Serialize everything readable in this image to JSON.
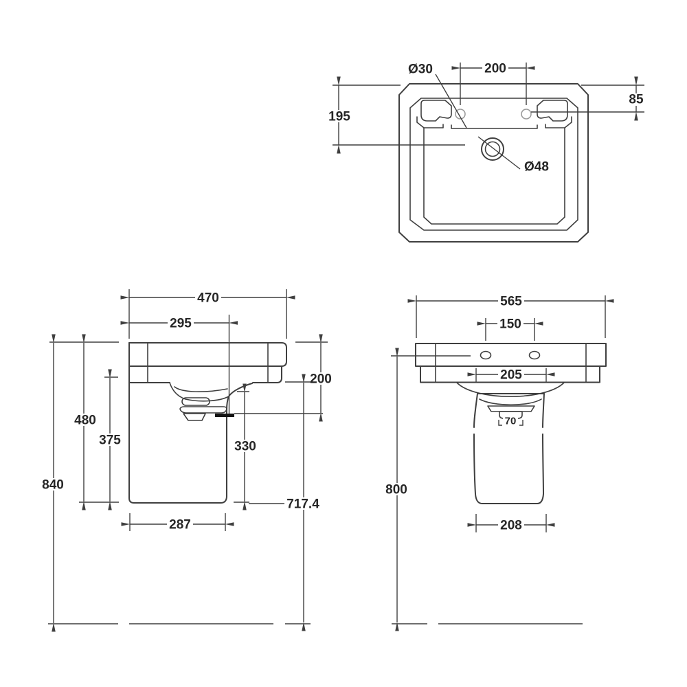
{
  "colors": {
    "line": "#3f3f3f",
    "text": "#262626",
    "light_detail": "#9b9b9b",
    "bold_detail": "#141414",
    "background": "#ffffff"
  },
  "plan": {
    "hole_diameter": "Ø30",
    "hole_spacing": "200",
    "rim_to_waste_center": "195",
    "rim_to_hole_center": "85",
    "waste_diameter": "Ø48"
  },
  "side": {
    "overall_depth": "470",
    "front_to_waste": "295",
    "overall_height": "840",
    "rim_to_pedestal_bottom": "480",
    "pedestal_height": "375",
    "outlet_to_pedestal_bottom": "330",
    "rim_to_outlet": "200",
    "floor_to_outlet": "717.4",
    "pedestal_depth": "287"
  },
  "front": {
    "overall_width": "565",
    "hole_spacing": "150",
    "back_ledge_width": "205",
    "trap_width": "70",
    "floor_to_rim": "800",
    "pedestal_width": "208"
  }
}
